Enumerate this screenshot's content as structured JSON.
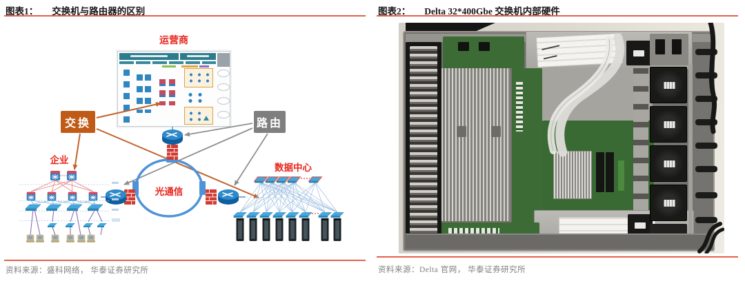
{
  "figure1": {
    "caption_prefix": "图表1：",
    "caption_title": "交换机与路由器的区别",
    "source": "资料来源：盛科网络， 华泰证券研究所",
    "labels": {
      "carrier": "运营商",
      "switching": "交换",
      "routing": "路由",
      "enterprise": "企业",
      "optical": "光通信",
      "datacenter": "数据中心"
    },
    "colors": {
      "switch_tag_bg": "#BF5B16",
      "route_tag_bg": "#7F7F7F",
      "label_red": "#E8251C",
      "ring_blue": "#4E93D9",
      "firewall_red": "#D23B30",
      "device_blue": "#2F80C3"
    }
  },
  "figure2": {
    "caption_prefix": "图表2：",
    "caption_title": "Delta 32*400Gbe 交换机内部硬件",
    "source": "资料来源：Delta 官网， 华泰证券研究所"
  },
  "style": {
    "accent_rule_red": "#E4604B",
    "source_text_gray": "#808080",
    "caption_text_black": "#151515",
    "page_bg": "#FFFFFF"
  },
  "icons": {
    "router": "blue-cylinder-with-cross-arrows",
    "firewall": "red-brick-block",
    "core_switch": "blue-square-with-asterisk",
    "access_switch": "blue-parallelogram-switch",
    "server_rack": "dark-server-tower",
    "pc": "beige-desktop-computer",
    "cloud": "gray-ellipse-cloud"
  }
}
